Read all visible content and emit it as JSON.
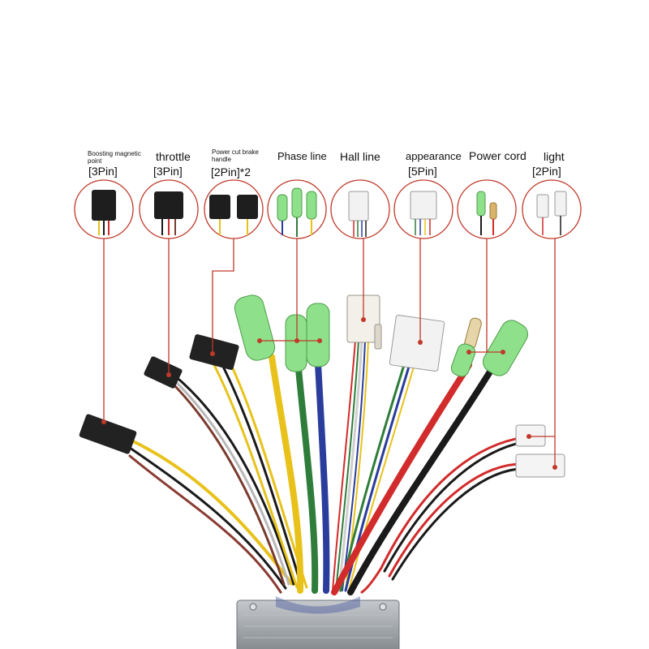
{
  "connectors": [
    {
      "name": "Boosting magnetic point",
      "pins": "[3Pin]"
    },
    {
      "name": "throttle",
      "pins": "[3Pin]"
    },
    {
      "name": "Power cut brake handle",
      "pins": "[2Pin]*2"
    },
    {
      "name": "Phase line",
      "pins": ""
    },
    {
      "name": "Hall line",
      "pins": ""
    },
    {
      "name": "appearance",
      "pins": "[5Pin]"
    },
    {
      "name": "Power cord",
      "pins": ""
    },
    {
      "name": "light",
      "pins": "[2Pin]"
    }
  ],
  "colors": {
    "pointer": "#c0392b",
    "circle": "#c0392b",
    "wire_red": "#d22b2b",
    "wire_black": "#1a1a1a",
    "wire_yellow": "#e8c21a",
    "wire_green": "#2f7d3a",
    "wire_blue": "#2a3d9c",
    "wire_white": "#dcdcdc",
    "connector_green": "#8ee08a",
    "connector_black": "#222222",
    "connector_white": "#f2f2f2",
    "housing": "#9aa0a6"
  }
}
